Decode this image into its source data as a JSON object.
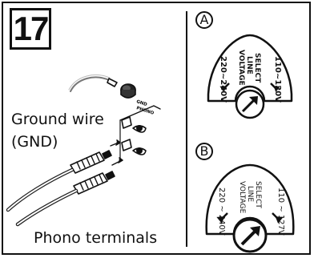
{
  "step_number": "17",
  "left_panel": {
    "ground_wire_label": "Ground wire",
    "gnd_label": "(GND)",
    "gnd_terminal_text": "GND",
    "phono_terminal_text": "PHONO",
    "phono_terminals_label": "Phono terminals"
  },
  "panel_a": {
    "circle_label": "A",
    "center_line1": "SELECT",
    "center_line2": "LINE",
    "center_line3": "VOLTAGE",
    "left_voltage": "220~240V",
    "right_voltage": "110~120V"
  },
  "panel_b": {
    "circle_label": "B",
    "center_line1": "SELECT",
    "center_line2": "LINE",
    "center_line3": "VOLTAGE",
    "left_voltage": "220 ~ 240V",
    "right_voltage": "110 ~ 127V"
  }
}
